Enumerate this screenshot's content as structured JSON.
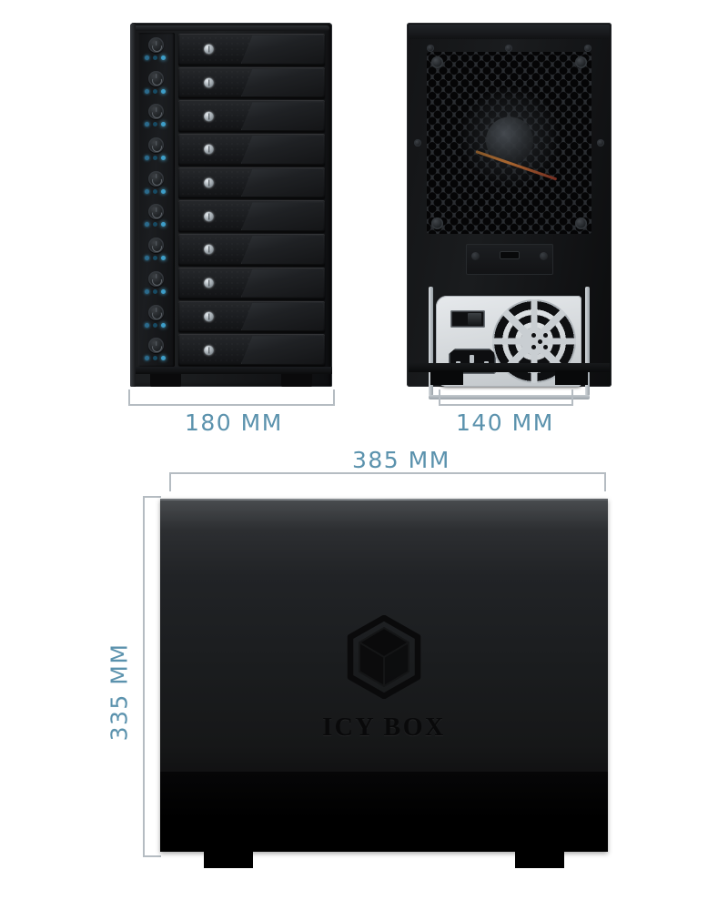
{
  "diagram": {
    "title": "ICY BOX 10-bay enclosure dimension diagram",
    "accent_color": "#5b92ad",
    "bracket_color": "#b5bcc2",
    "body_color": "#1a1c1e"
  },
  "dimensions": {
    "width_front": "180 MM",
    "width_rear": "140 MM",
    "depth": "385 MM",
    "height": "335 MM"
  },
  "views": {
    "front": {
      "name": "front-view",
      "bay_count": 10,
      "bays": [
        {
          "index": "1",
          "lock": "drive-lock",
          "handle": "tray-handle"
        },
        {
          "index": "2",
          "lock": "drive-lock",
          "handle": "tray-handle"
        },
        {
          "index": "3",
          "lock": "drive-lock",
          "handle": "tray-handle"
        },
        {
          "index": "4",
          "lock": "drive-lock",
          "handle": "tray-handle"
        },
        {
          "index": "5",
          "lock": "drive-lock",
          "handle": "tray-handle"
        },
        {
          "index": "6",
          "lock": "drive-lock",
          "handle": "tray-handle"
        },
        {
          "index": "7",
          "lock": "drive-lock",
          "handle": "tray-handle"
        },
        {
          "index": "8",
          "lock": "drive-lock",
          "handle": "tray-handle"
        },
        {
          "index": "9",
          "lock": "drive-lock",
          "handle": "tray-handle"
        },
        {
          "index": "10",
          "lock": "drive-lock",
          "handle": "tray-handle"
        }
      ],
      "indicator_leds": [
        "power-led",
        "activity-led",
        "status-led"
      ],
      "led_color": "#3d9ec9"
    },
    "rear": {
      "name": "rear-view",
      "grille": "honeycomb-fan-grille",
      "io_panel": "io-port-panel",
      "psu": {
        "switch": "power-switch",
        "socket": "iec-c14-socket",
        "fan": "psu-fan-grille",
        "plate_color": "#d3d7da"
      },
      "rails": "mounting-rails"
    },
    "side": {
      "name": "side-view",
      "logo_text": "ICY BOX",
      "logo_mark": "cube-logo"
    }
  }
}
